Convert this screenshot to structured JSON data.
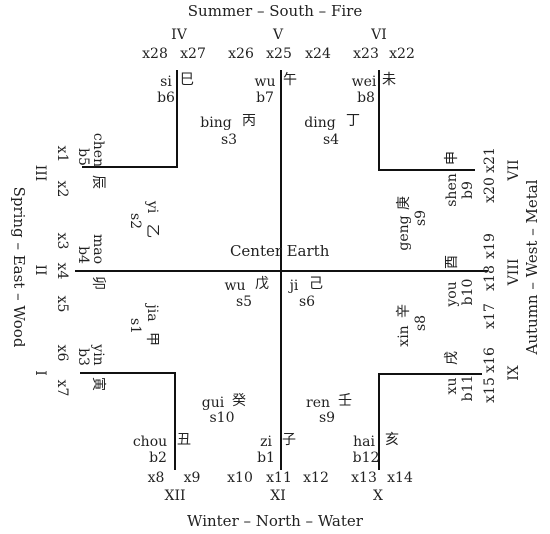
{
  "captions": {
    "top": "Summer – South – Fire",
    "bottom": "Winter – North – Water",
    "left": "Spring – East – Wood",
    "right": "Autumn – West – Metal"
  },
  "center": {
    "left": "Center",
    "right": "Earth"
  },
  "numerals": {
    "I": "I",
    "II": "II",
    "III": "III",
    "IV": "IV",
    "V": "V",
    "VI": "VI",
    "VII": "VII",
    "VIII": "VIII",
    "IX": "IX",
    "X": "X",
    "XI": "XI",
    "XII": "XII"
  },
  "x": {
    "x1": "x1",
    "x2": "x2",
    "x3": "x3",
    "x4": "x4",
    "x5": "x5",
    "x6": "x6",
    "x7": "x7",
    "x8": "x8",
    "x9": "x9",
    "x10": "x10",
    "x11": "x11",
    "x12": "x12",
    "x13": "x13",
    "x14": "x14",
    "x15": "x15",
    "x16": "x16",
    "x17": "x17",
    "x18": "x18",
    "x19": "x19",
    "x20": "x20",
    "x21": "x21",
    "x22": "x22",
    "x23": "x23",
    "x24": "x24",
    "x25": "x25",
    "x26": "x26",
    "x27": "x27",
    "x28": "x28"
  },
  "branches": {
    "b1": {
      "name": "zi",
      "code": "b1",
      "han": "子"
    },
    "b2": {
      "name": "chou",
      "code": "b2",
      "han": "丑"
    },
    "b3": {
      "name": "yin",
      "code": "b3",
      "han": "寅"
    },
    "b4": {
      "name": "mao",
      "code": "b4",
      "han": "卯"
    },
    "b5": {
      "name": "chen",
      "code": "b5",
      "han": "辰"
    },
    "b6": {
      "name": "si",
      "code": "b6",
      "han": "巳"
    },
    "b7": {
      "name": "wu",
      "code": "b7",
      "han": "午"
    },
    "b8": {
      "name": "wei",
      "code": "b8",
      "han": "未"
    },
    "b9": {
      "name": "shen",
      "code": "b9",
      "han": "申"
    },
    "b10": {
      "name": "you",
      "code": "b10",
      "han": "酉"
    },
    "b11": {
      "name": "xu",
      "code": "b11",
      "han": "戌"
    },
    "b12": {
      "name": "hai",
      "code": "b12",
      "han": "亥"
    }
  },
  "stems": {
    "s1": {
      "name": "jia",
      "code": "s1",
      "han": "甲"
    },
    "s2": {
      "name": "yi",
      "code": "s2",
      "han": "乙"
    },
    "s3": {
      "name": "bing",
      "code": "s3",
      "han": "丙"
    },
    "s4": {
      "name": "ding",
      "code": "s4",
      "han": "丁"
    },
    "s5": {
      "name": "wu",
      "code": "s5",
      "han": "戊"
    },
    "s6": {
      "name": "ji",
      "code": "s6",
      "han": "己"
    },
    "s7": {
      "name": "geng",
      "code": "s9",
      "han": "庚"
    },
    "s8": {
      "name": "xin",
      "code": "s8",
      "han": "辛"
    },
    "s9": {
      "name": "ren",
      "code": "s9",
      "han": "壬"
    },
    "s10": {
      "name": "gui",
      "code": "s10",
      "han": "癸"
    }
  }
}
